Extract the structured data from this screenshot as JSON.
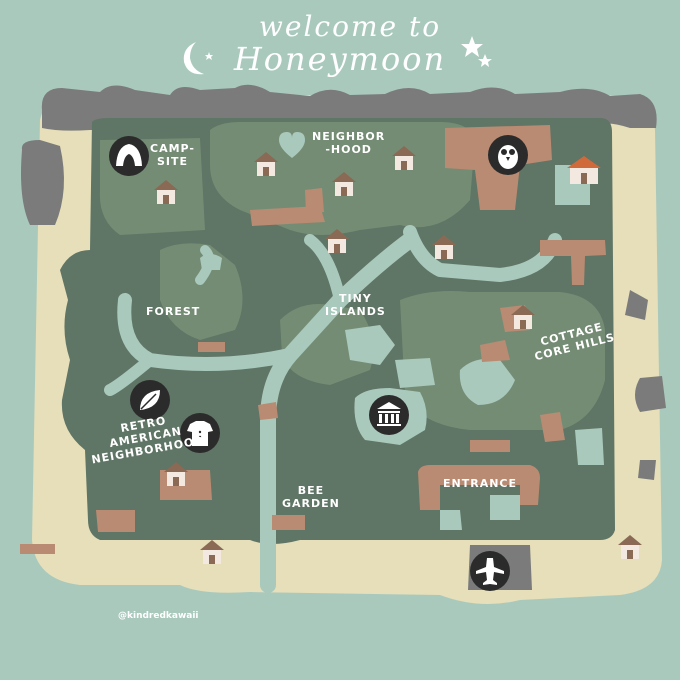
{
  "title": {
    "line1": "welcome to",
    "line2": "Honeymoon"
  },
  "labels": {
    "campsite": "CAMP-\nSITE",
    "neighborhood": "NEIGHBOR\n-HOOD",
    "forest": "FOREST",
    "tiny_islands": "TINY\nISLANDS",
    "cottagecore_hills": "COTTAGE\nCORE HILLS",
    "retro_american": "RETRO\nAMERICAN\nNEIGHBORHOOD",
    "bee_garden": "BEE\nGARDEN",
    "entrance": "ENTRANCE"
  },
  "credit": "@kindredkawaii",
  "icons": [
    "tent-icon",
    "owl-icon",
    "museum-icon",
    "leaf-icon",
    "shirt-icon",
    "airplane-icon",
    "heart-icon",
    "house-icon",
    "moon-icon",
    "star-icon"
  ],
  "colors": {
    "sea": "#a9c9bd",
    "sand": "#e6dfb9",
    "rock": "#7b7b7b",
    "grass": "#5f7565",
    "high_grass": "#748c74",
    "river": "#a9c9bd",
    "path": "#b98b72",
    "icon_bg": "#2b2b2b"
  }
}
